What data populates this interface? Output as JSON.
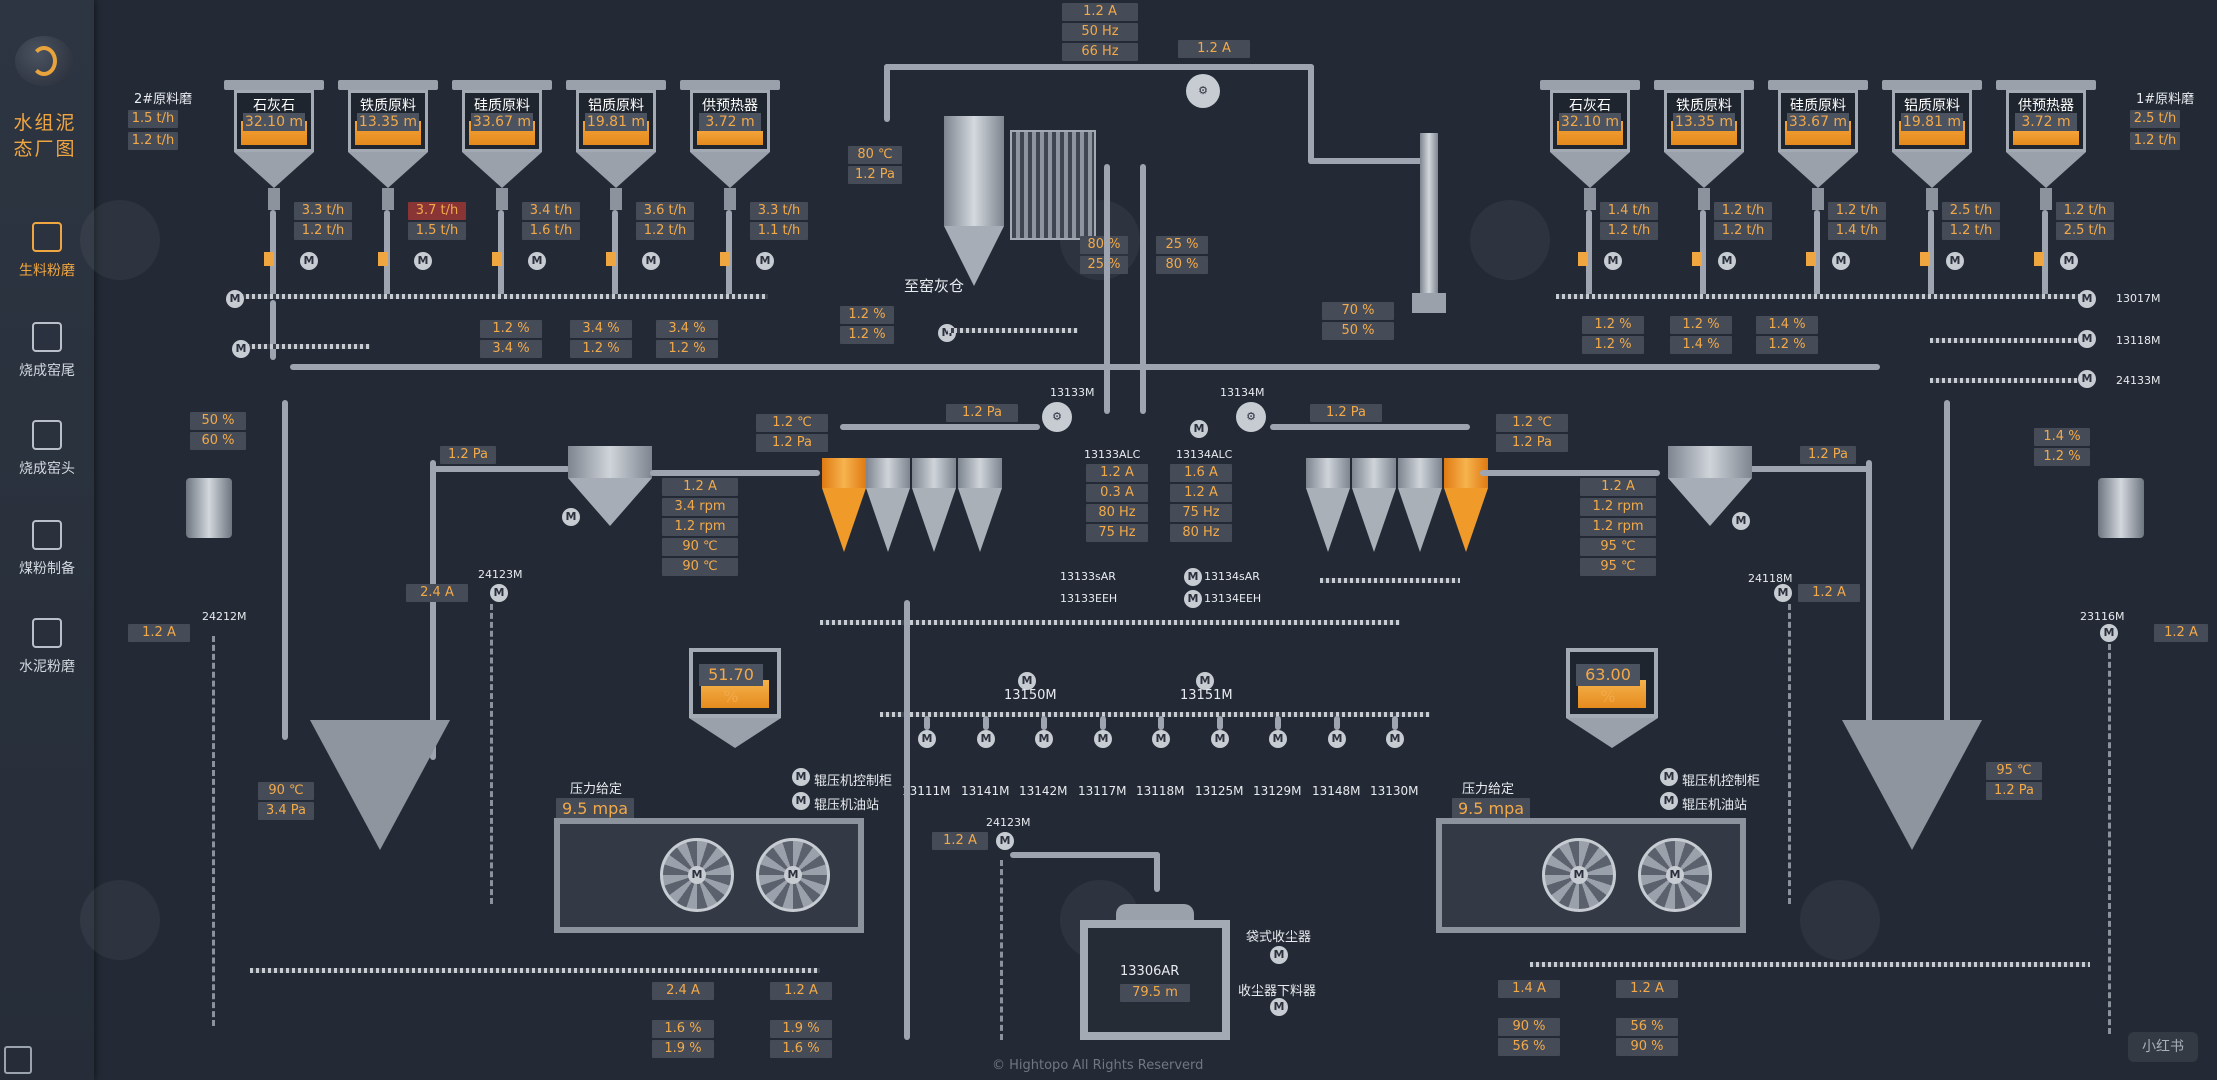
{
  "sidebar": {
    "title": "水组泥态厂图",
    "items": [
      {
        "label": "生料粉磨",
        "icon": "raw-mill-icon",
        "active": true
      },
      {
        "label": "烧成窑尾",
        "icon": "kiln-tail-icon",
        "active": false
      },
      {
        "label": "烧成窑头",
        "icon": "kiln-head-icon",
        "active": false
      },
      {
        "label": "煤粉制备",
        "icon": "coal-prep-icon",
        "active": false
      },
      {
        "label": "水泥粉磨",
        "icon": "cement-mill-icon",
        "active": false
      }
    ]
  },
  "colors": {
    "accent": "#f0a640",
    "background": "#232a35",
    "readout_bg": "#454c57",
    "alarm": "#8a3535"
  },
  "left_mill": {
    "title": "2#原料磨",
    "feed_rates": [
      "1.5 t/h",
      "1.2 t/h"
    ],
    "hoppers": [
      {
        "name": "石灰石",
        "level": "32.10 m",
        "fill": 0.5
      },
      {
        "name": "铁质原料",
        "level": "13.35 m",
        "fill": 0.5
      },
      {
        "name": "硅质原料",
        "level": "33.67 m",
        "fill": 0.5
      },
      {
        "name": "铝质原料",
        "level": "19.81 m",
        "fill": 0.5
      },
      {
        "name": "供预热器",
        "level": "3.72 m",
        "fill": 0.3
      }
    ],
    "hopper_readings": [
      [
        "3.3 t/h",
        "1.2 t/h"
      ],
      [
        "3.7 t/h",
        "1.5 t/h"
      ],
      [
        "3.4 t/h",
        "1.6 t/h"
      ],
      [
        "3.6 t/h",
        "1.2 t/h"
      ],
      [
        "3.3 t/h",
        "1.1 t/h"
      ]
    ],
    "mid_readings": [
      [
        "1.2 %",
        "3.4 %"
      ],
      [
        "3.4 %",
        "1.2 %"
      ],
      [
        "3.4 %",
        "1.2 %"
      ]
    ],
    "left_pct": [
      "50 %",
      "60 %"
    ],
    "separator_pa": "1.2 Pa",
    "separator": [
      "1.2 A",
      "3.4 rpm",
      "1.2 rpm",
      "90 ℃",
      "90 ℃"
    ],
    "motor_24123": {
      "label": "24123M",
      "value": "2.4 A"
    },
    "motor_24212": {
      "label": "24212M",
      "value": "1.2 A"
    },
    "mill_readings": [
      "90 ℃",
      "3.4 Pa"
    ],
    "bin_level": "51.70 %",
    "press_label": "压力给定",
    "press_value": "9.5 mpa",
    "roller_cabinet": "辊压机控制柜",
    "roller_oil": "辊压机油站",
    "bottom": [
      "2.4 A",
      "1.2 A"
    ],
    "bottom_pct": [
      [
        "1.6 %",
        "1.9 %"
      ],
      [
        "1.9 %",
        "1.6 %"
      ]
    ]
  },
  "right_mill": {
    "title": "1#原料磨",
    "feed_rates": [
      "2.5 t/h",
      "1.2 t/h"
    ],
    "hoppers": [
      {
        "name": "石灰石",
        "level": "32.10 m",
        "fill": 0.5
      },
      {
        "name": "铁质原料",
        "level": "13.35 m",
        "fill": 0.5
      },
      {
        "name": "硅质原料",
        "level": "33.67 m",
        "fill": 0.5
      },
      {
        "name": "铝质原料",
        "level": "19.81 m",
        "fill": 0.5
      },
      {
        "name": "供预热器",
        "level": "3.72 m",
        "fill": 0.3
      }
    ],
    "hopper_readings": [
      [
        "1.4 t/h",
        "1.2 t/h"
      ],
      [
        "1.2 t/h",
        "1.2 t/h"
      ],
      [
        "1.2 t/h",
        "1.4 t/h"
      ],
      [
        "2.5 t/h",
        "1.2 t/h"
      ],
      [
        "1.2 t/h",
        "2.5 t/h"
      ]
    ],
    "motors": [
      "13017M",
      "13118M",
      "24133M"
    ],
    "mid_readings": [
      [
        "1.2 %",
        "1.2 %"
      ],
      [
        "1.2 %",
        "1.4 %"
      ],
      [
        "1.4 %",
        "1.2 %"
      ]
    ],
    "right_pct": [
      "1.4 %",
      "1.2 %"
    ],
    "separator_pa": "1.2 Pa",
    "separator": [
      "1.2 A",
      "1.2 rpm",
      "1.2 rpm",
      "95 ℃",
      "95 ℃"
    ],
    "motor_24118": {
      "label": "24118M",
      "value": "1.2 A"
    },
    "motor_23116": {
      "label": "23116M",
      "value": "1.2 A"
    },
    "mill_readings": [
      "95 ℃",
      "1.2 Pa"
    ],
    "bin_level": "63.00 %",
    "press_label": "压力给定",
    "press_value": "9.5 mpa",
    "roller_cabinet": "辊压机控制柜",
    "roller_oil": "辊压机油站",
    "bottom": [
      "1.4 A",
      "1.2 A"
    ],
    "bottom_pct": [
      [
        "90 %",
        "56 %"
      ],
      [
        "56 %",
        "90 %"
      ]
    ]
  },
  "center": {
    "fan_top": [
      "1.2 A",
      "50 Hz",
      "66 Hz"
    ],
    "fan_right": "1.2 A",
    "dust_collector": [
      "80 ℃",
      "1.2 Pa"
    ],
    "to_ash_bin": "至窑灰仓",
    "dc_pct_left": [
      "80 %",
      "25 %"
    ],
    "dc_pct_right": [
      "25 %",
      "80 %"
    ],
    "mid_left_pct": [
      "1.2 %",
      "1.2 %"
    ],
    "mid_right_pct": [
      "70 %",
      "50 %"
    ],
    "fan_13133": {
      "label": "13133M",
      "pa": "1.2 Pa"
    },
    "fan_13134": {
      "label": "13134M",
      "pa": "1.2 Pa"
    },
    "cyclone_left": [
      "1.2 ℃",
      "1.2 Pa"
    ],
    "cyclone_right": [
      "1.2 ℃",
      "1.2 Pa"
    ],
    "alc_left": {
      "label": "13133ALC",
      "values": [
        "1.2 A",
        "0.3 A",
        "80 Hz",
        "75 Hz"
      ]
    },
    "alc_right": {
      "label": "13134ALC",
      "values": [
        "1.6 A",
        "1.2 A",
        "75 Hz",
        "80 Hz"
      ]
    },
    "motors_small": [
      "13133sAR",
      "13133EEH",
      "13134sAR",
      "13134EEH"
    ],
    "conveyor_motors": [
      "13150M",
      "13151M"
    ],
    "feed_motors": [
      "13111M",
      "13141M",
      "13142M",
      "13117M",
      "13118M",
      "13125M",
      "13129M",
      "13148M",
      "13130M"
    ],
    "motor_24123b": {
      "label": "24123M",
      "value": "1.2 A"
    },
    "bag_filter": {
      "id": "13306AR",
      "value": "79.5 m"
    },
    "bag_label": "袋式收尘器",
    "bag_discharge": "收尘器下料器"
  },
  "footer": "© Hightopo All Rights Reserverd",
  "corner_tag": "小红书"
}
